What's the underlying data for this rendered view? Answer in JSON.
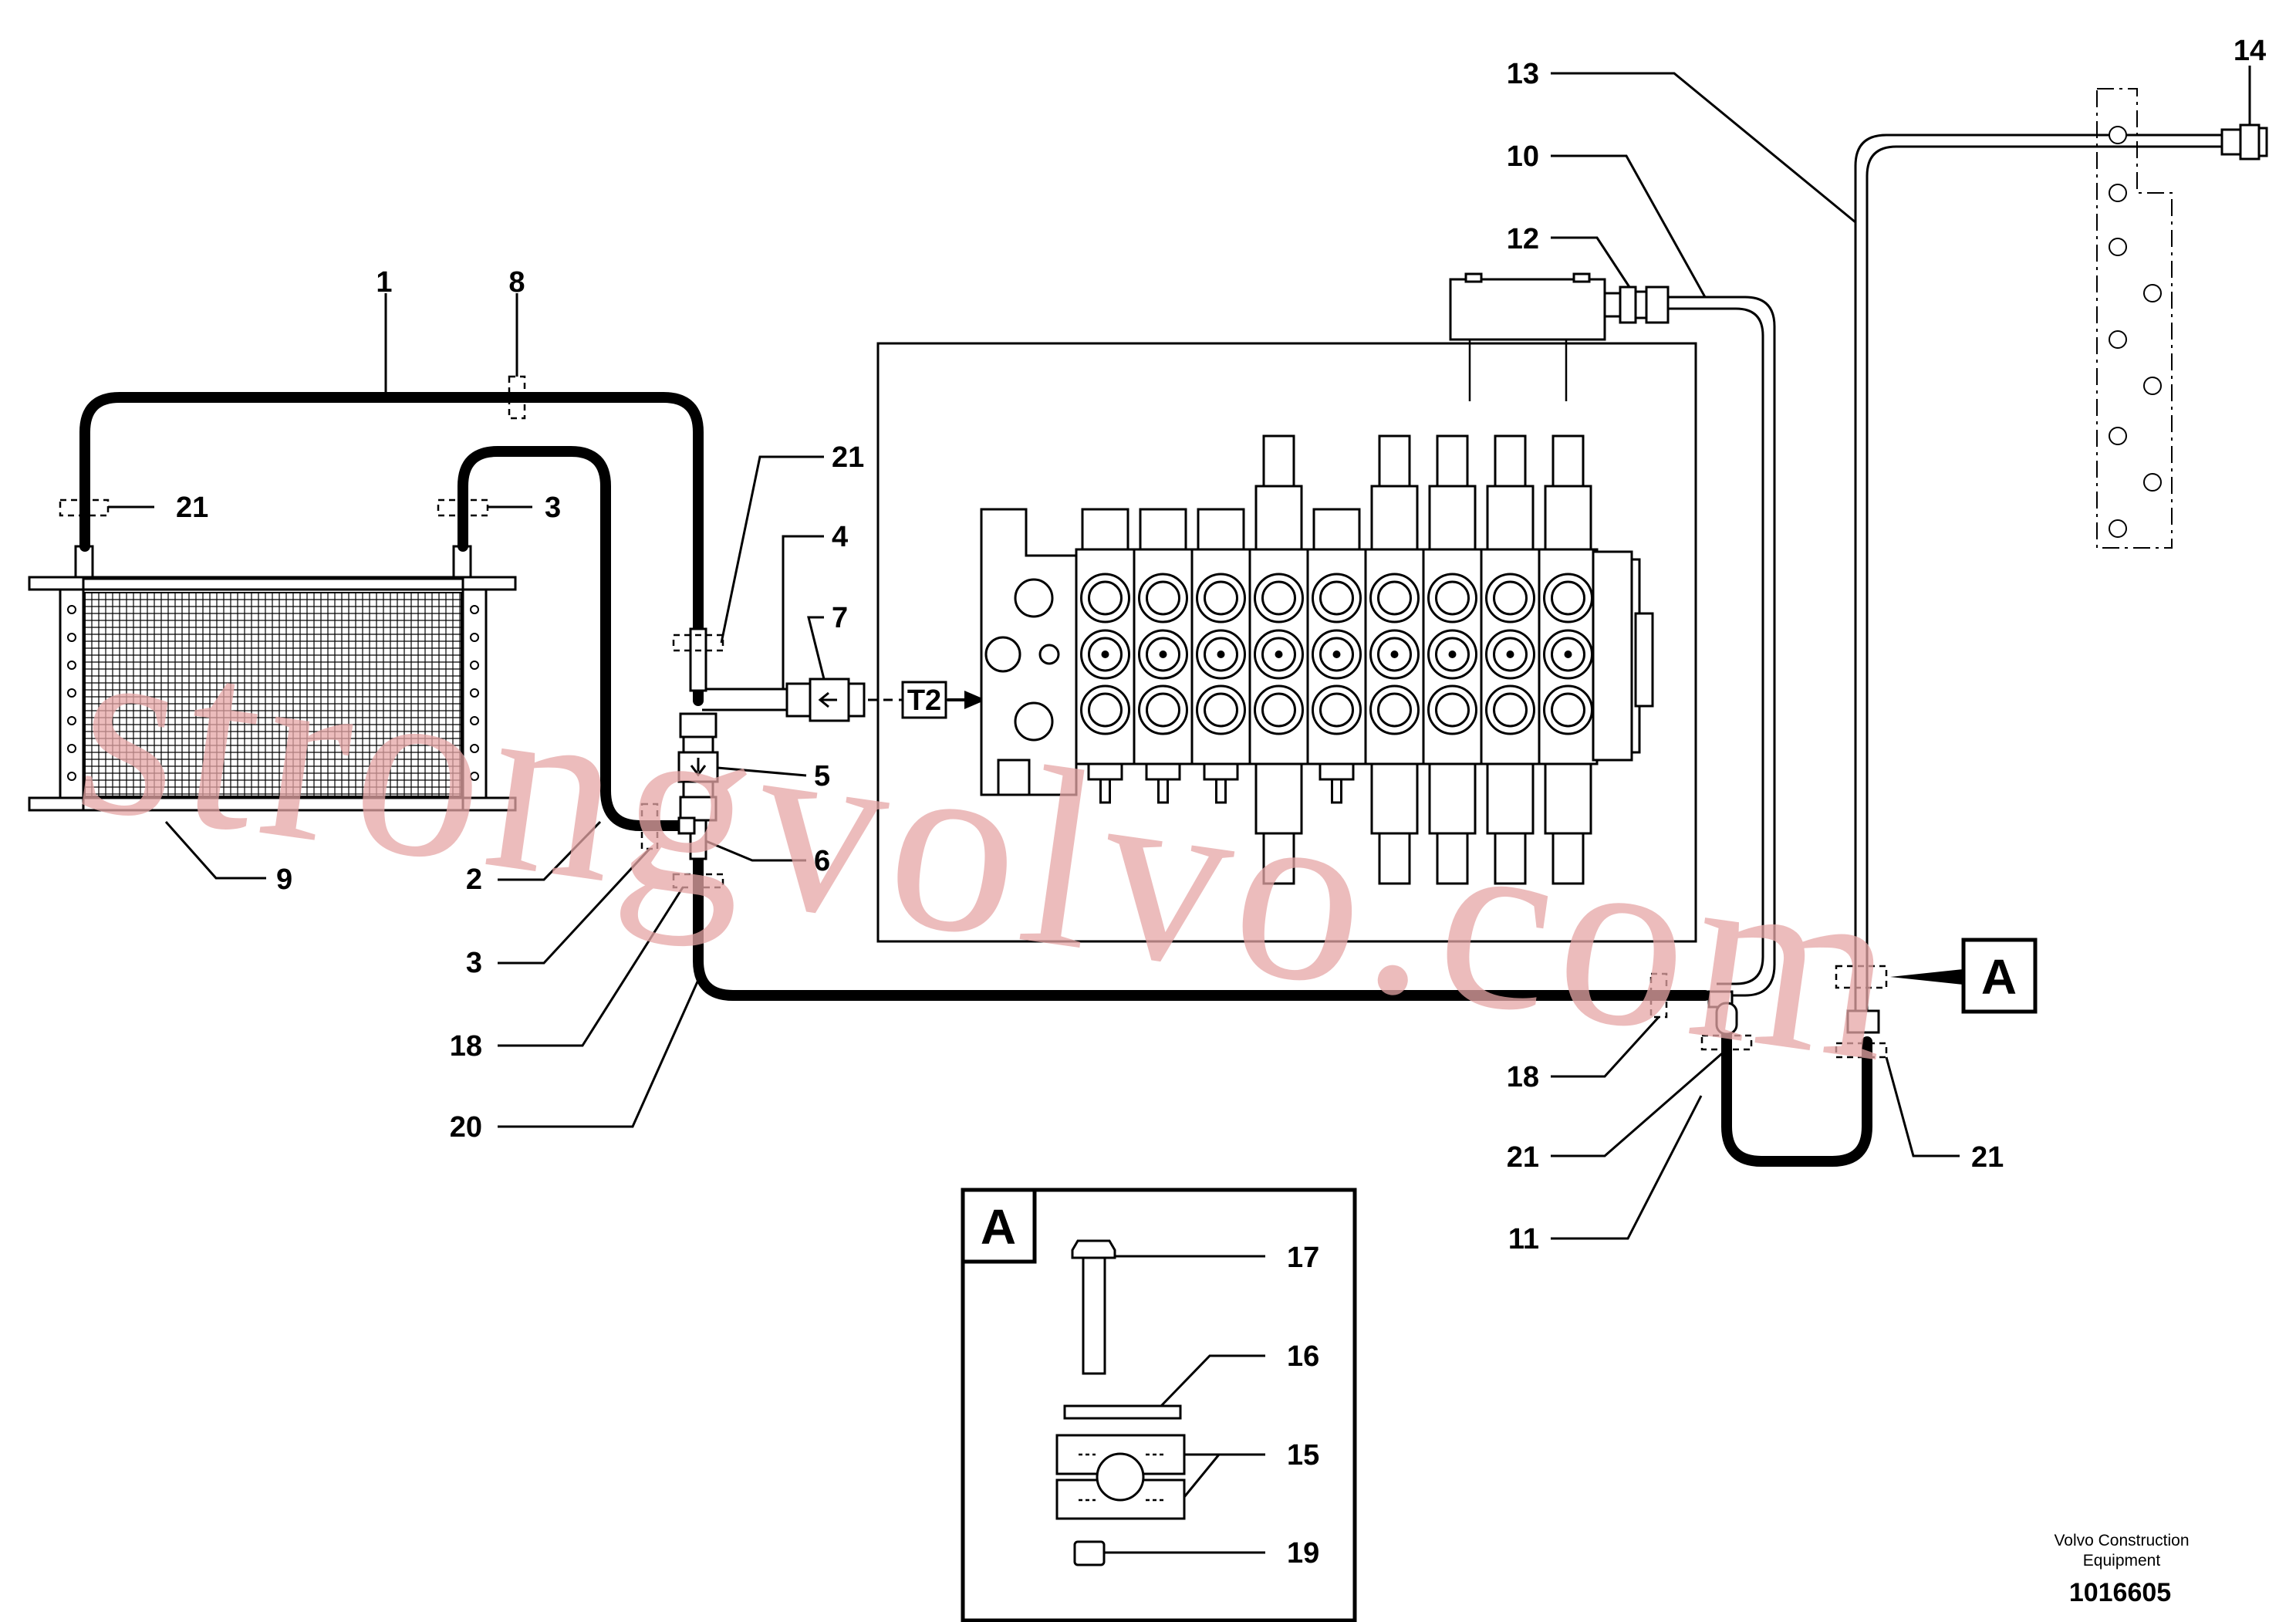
{
  "callouts": {
    "c1": "1",
    "c8": "8",
    "c21a": "21",
    "c3a": "3",
    "c21b": "21",
    "c4": "4",
    "c7": "7",
    "c5": "5",
    "c6": "6",
    "c9": "9",
    "c2": "2",
    "c3b": "3",
    "c18a": "18",
    "c20": "20",
    "c13": "13",
    "c10": "10",
    "c12": "12",
    "c14": "14",
    "c18b": "18",
    "c21c": "21",
    "c11": "11",
    "c21d": "21",
    "c17": "17",
    "c16": "16",
    "c15": "15",
    "c19": "19"
  },
  "port_label": "T2",
  "view_ref": "A",
  "detail_label": "A",
  "watermark": "strongvolvo.com",
  "footer": {
    "line1": "Volvo Construction",
    "line2": "Equipment",
    "number": "1016605"
  }
}
